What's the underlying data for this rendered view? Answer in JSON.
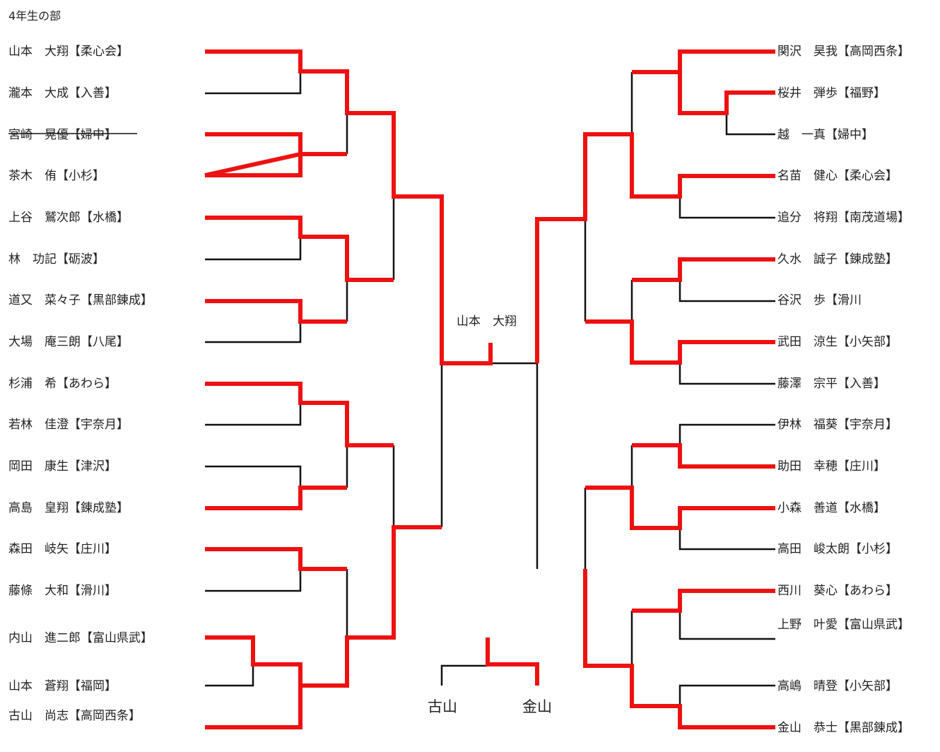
{
  "title": "4年生の部",
  "winner": "山本　大翔",
  "third_place": {
    "left": "古山",
    "right": "金山"
  },
  "left_players": [
    "山本　大翔【柔心会】",
    "瀧本　大成【入善】",
    "宮崎　晃優【婦中】",
    "茶木　侑【小杉】",
    "上谷　鷲次郎【水橋】",
    "林　功記【砺波】",
    "道又　菜々子【黒部錬成】",
    "大場　庵三朗【八尾】",
    "杉浦　希【あわら】",
    "若林　佳澄【宇奈月】",
    "岡田　康生【津沢】",
    "高島　皇翔【錬成塾】",
    "森田　岐矢【庄川】",
    "藤條　大和【滑川】",
    "内山　進二郎【富山県武】",
    "山本　蒼翔【福岡】",
    "古山　尚志【高岡西条】"
  ],
  "right_players": [
    "関沢　昊我【高岡西条】",
    "桜井　弾歩【福野】",
    "越　一真【婦中】",
    "名苗　健心【柔心会】",
    "追分　将翔【南茂道場】",
    "久水　誠子【錬成塾】",
    "谷沢　歩【滑川",
    "武田　涼生【小矢部】",
    "藤澤　宗平【入善】",
    "伊林　福葵【宇奈月】",
    "助田　幸穂【庄川】",
    "小森　善道【水橋】",
    "高田　峻太朗【小杉】",
    "西川　葵心【あわら】",
    "上野　叶愛【富山県武】",
    "高嶋　晴登【小矢部】",
    "金山　恭士【黒部錬成】"
  ],
  "withdrawn": [
    "宮崎　晃優【婦中】"
  ],
  "colors": {
    "win": "#ee1111",
    "line": "#111111",
    "text": "#222222"
  }
}
